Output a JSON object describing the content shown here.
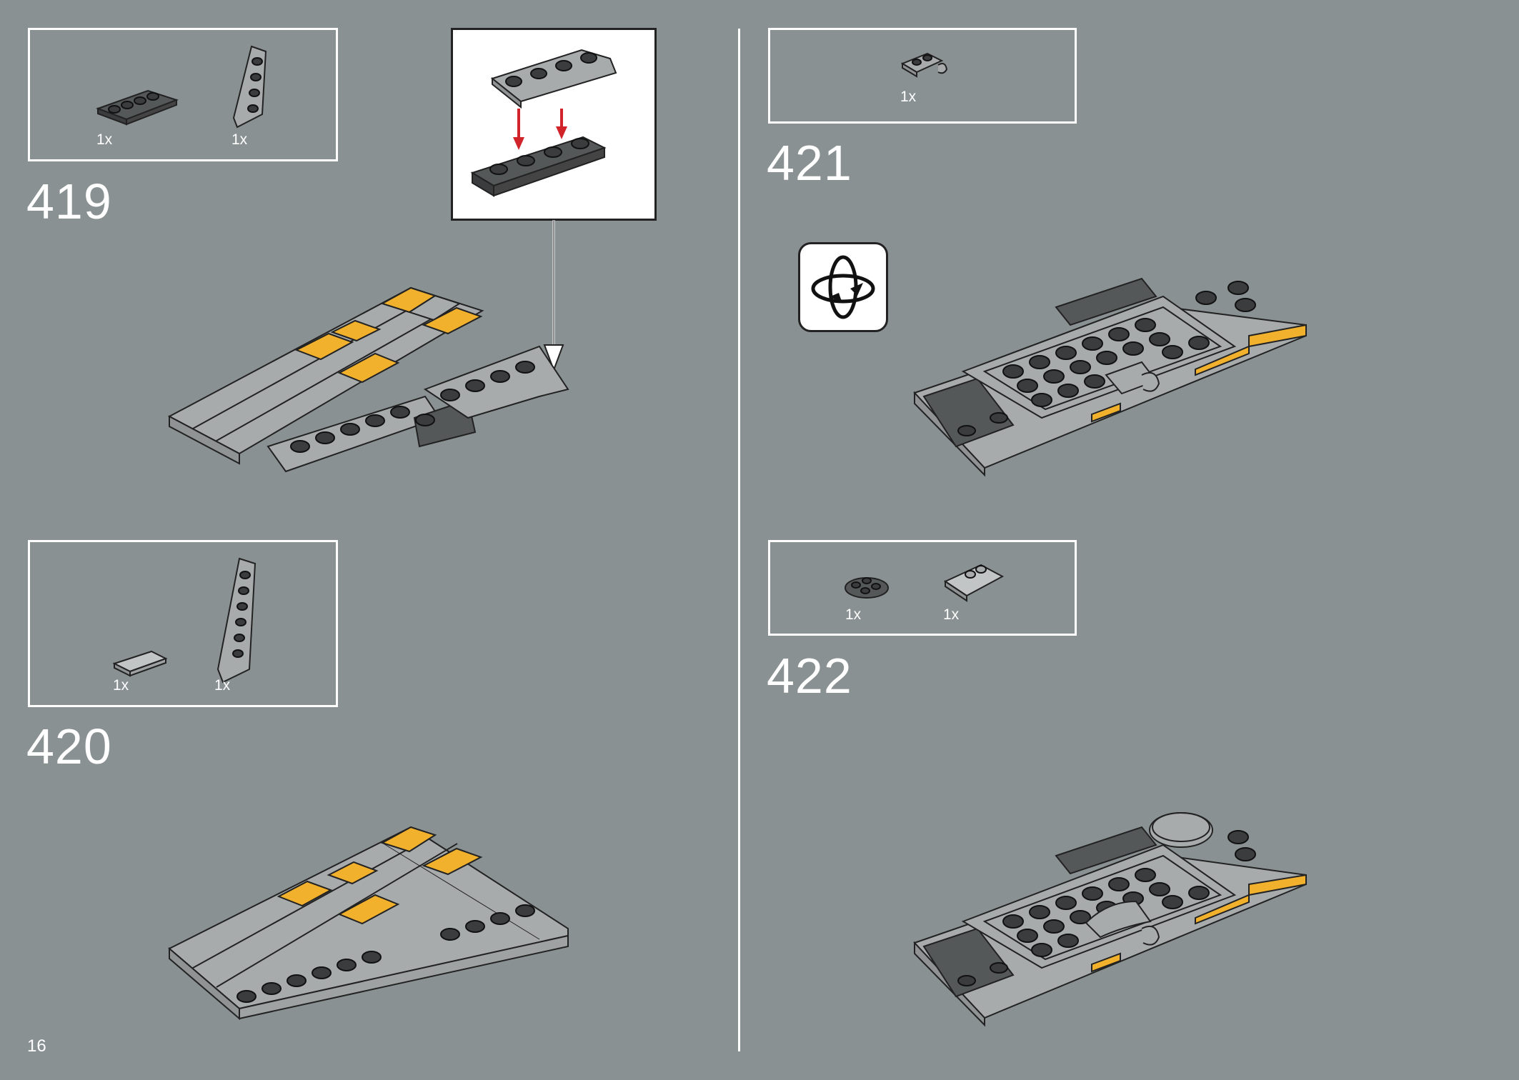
{
  "page_number": "16",
  "colors": {
    "background": "#8a9192",
    "light_gray_part": "#a7abac",
    "dark_gray_part": "#555859",
    "yellow_part": "#f2b12c",
    "stud_dark": "#3a3c3d",
    "arrow_red": "#d0232a"
  },
  "steps": [
    {
      "number": "419",
      "parts": [
        {
          "name": "dark-gray-plate-1x4",
          "qty": "1x"
        },
        {
          "name": "light-gray-wedge-plate-4x2",
          "qty": "1x"
        }
      ]
    },
    {
      "number": "420",
      "parts": [
        {
          "name": "light-gray-tile-1x2",
          "qty": "1x"
        },
        {
          "name": "light-gray-wedge-plate-6x2",
          "qty": "1x"
        }
      ]
    },
    {
      "number": "421",
      "parts": [
        {
          "name": "light-gray-clip-plate",
          "qty": "1x"
        }
      ]
    },
    {
      "number": "422",
      "parts": [
        {
          "name": "dark-gray-round-plate-2x2",
          "qty": "1x"
        },
        {
          "name": "light-gray-slope-2x2",
          "qty": "1x"
        }
      ]
    }
  ],
  "icons": {
    "rotate": "rotate-model-icon",
    "arrow": "down-arrow-icon"
  }
}
